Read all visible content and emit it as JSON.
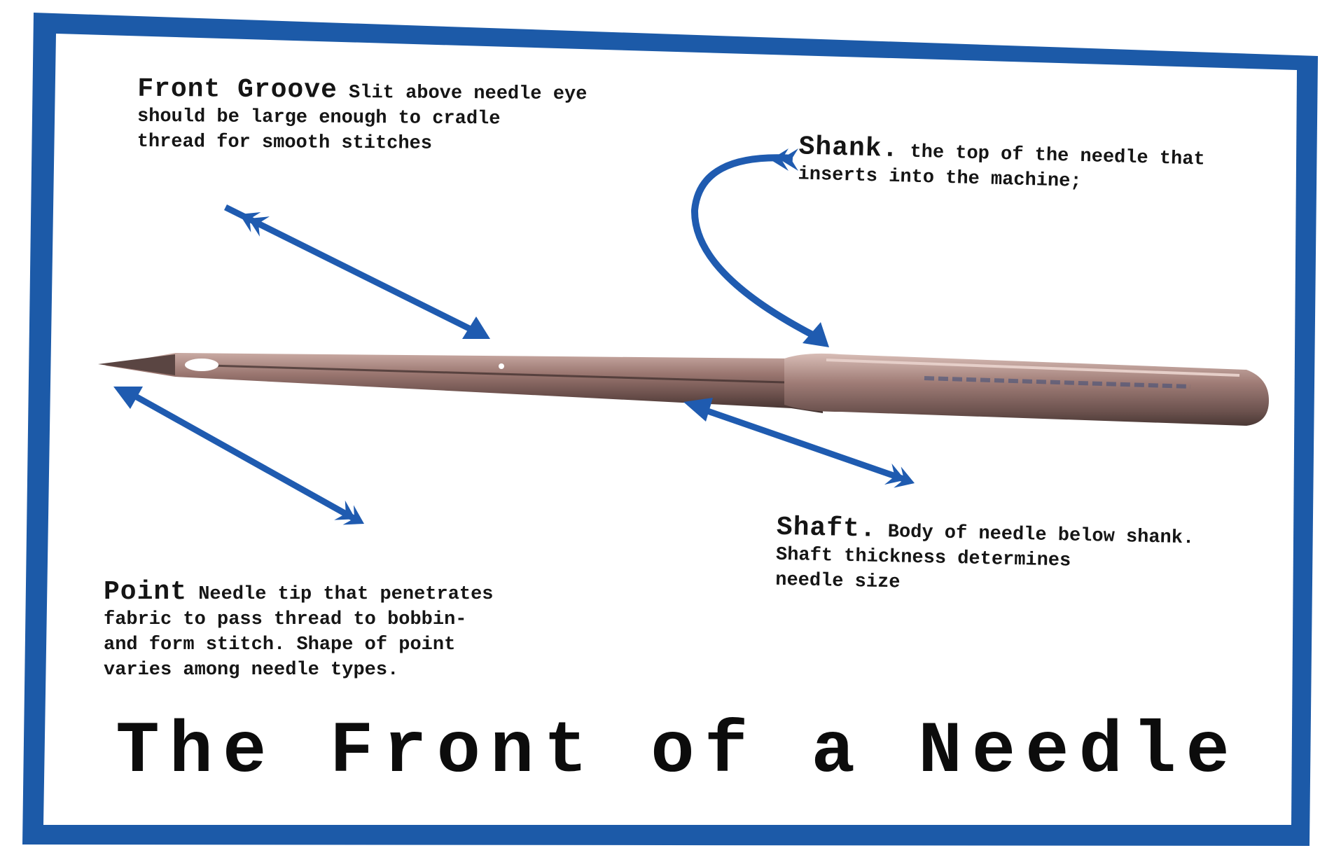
{
  "title": "The Front of a Needle",
  "colors": {
    "frame": "#1c5aa8",
    "arrow": "#1f5bb0",
    "needle_body": "#8a6a64",
    "needle_shadow": "#4f3b38",
    "text": "#151515"
  },
  "callouts": {
    "front_groove": {
      "term": "Front Groove",
      "lines": [
        "Slit above needle eye",
        "should be large enough to cradle",
        "thread for smooth stitches"
      ]
    },
    "shank": {
      "term": "Shank.",
      "lines": [
        "the top of the needle that",
        "inserts into the machine;"
      ]
    },
    "shaft": {
      "term": "Shaft.",
      "lines": [
        "Body of needle below shank.",
        "Shaft thickness determines",
        "needle size"
      ]
    },
    "point": {
      "term": "Point",
      "lines": [
        "Needle tip that penetrates",
        "fabric to pass thread to bobbin-",
        "and form stitch. Shape of point",
        "varies among needle types."
      ]
    }
  },
  "icons": {
    "arrow": "feathered-arrow-icon"
  }
}
